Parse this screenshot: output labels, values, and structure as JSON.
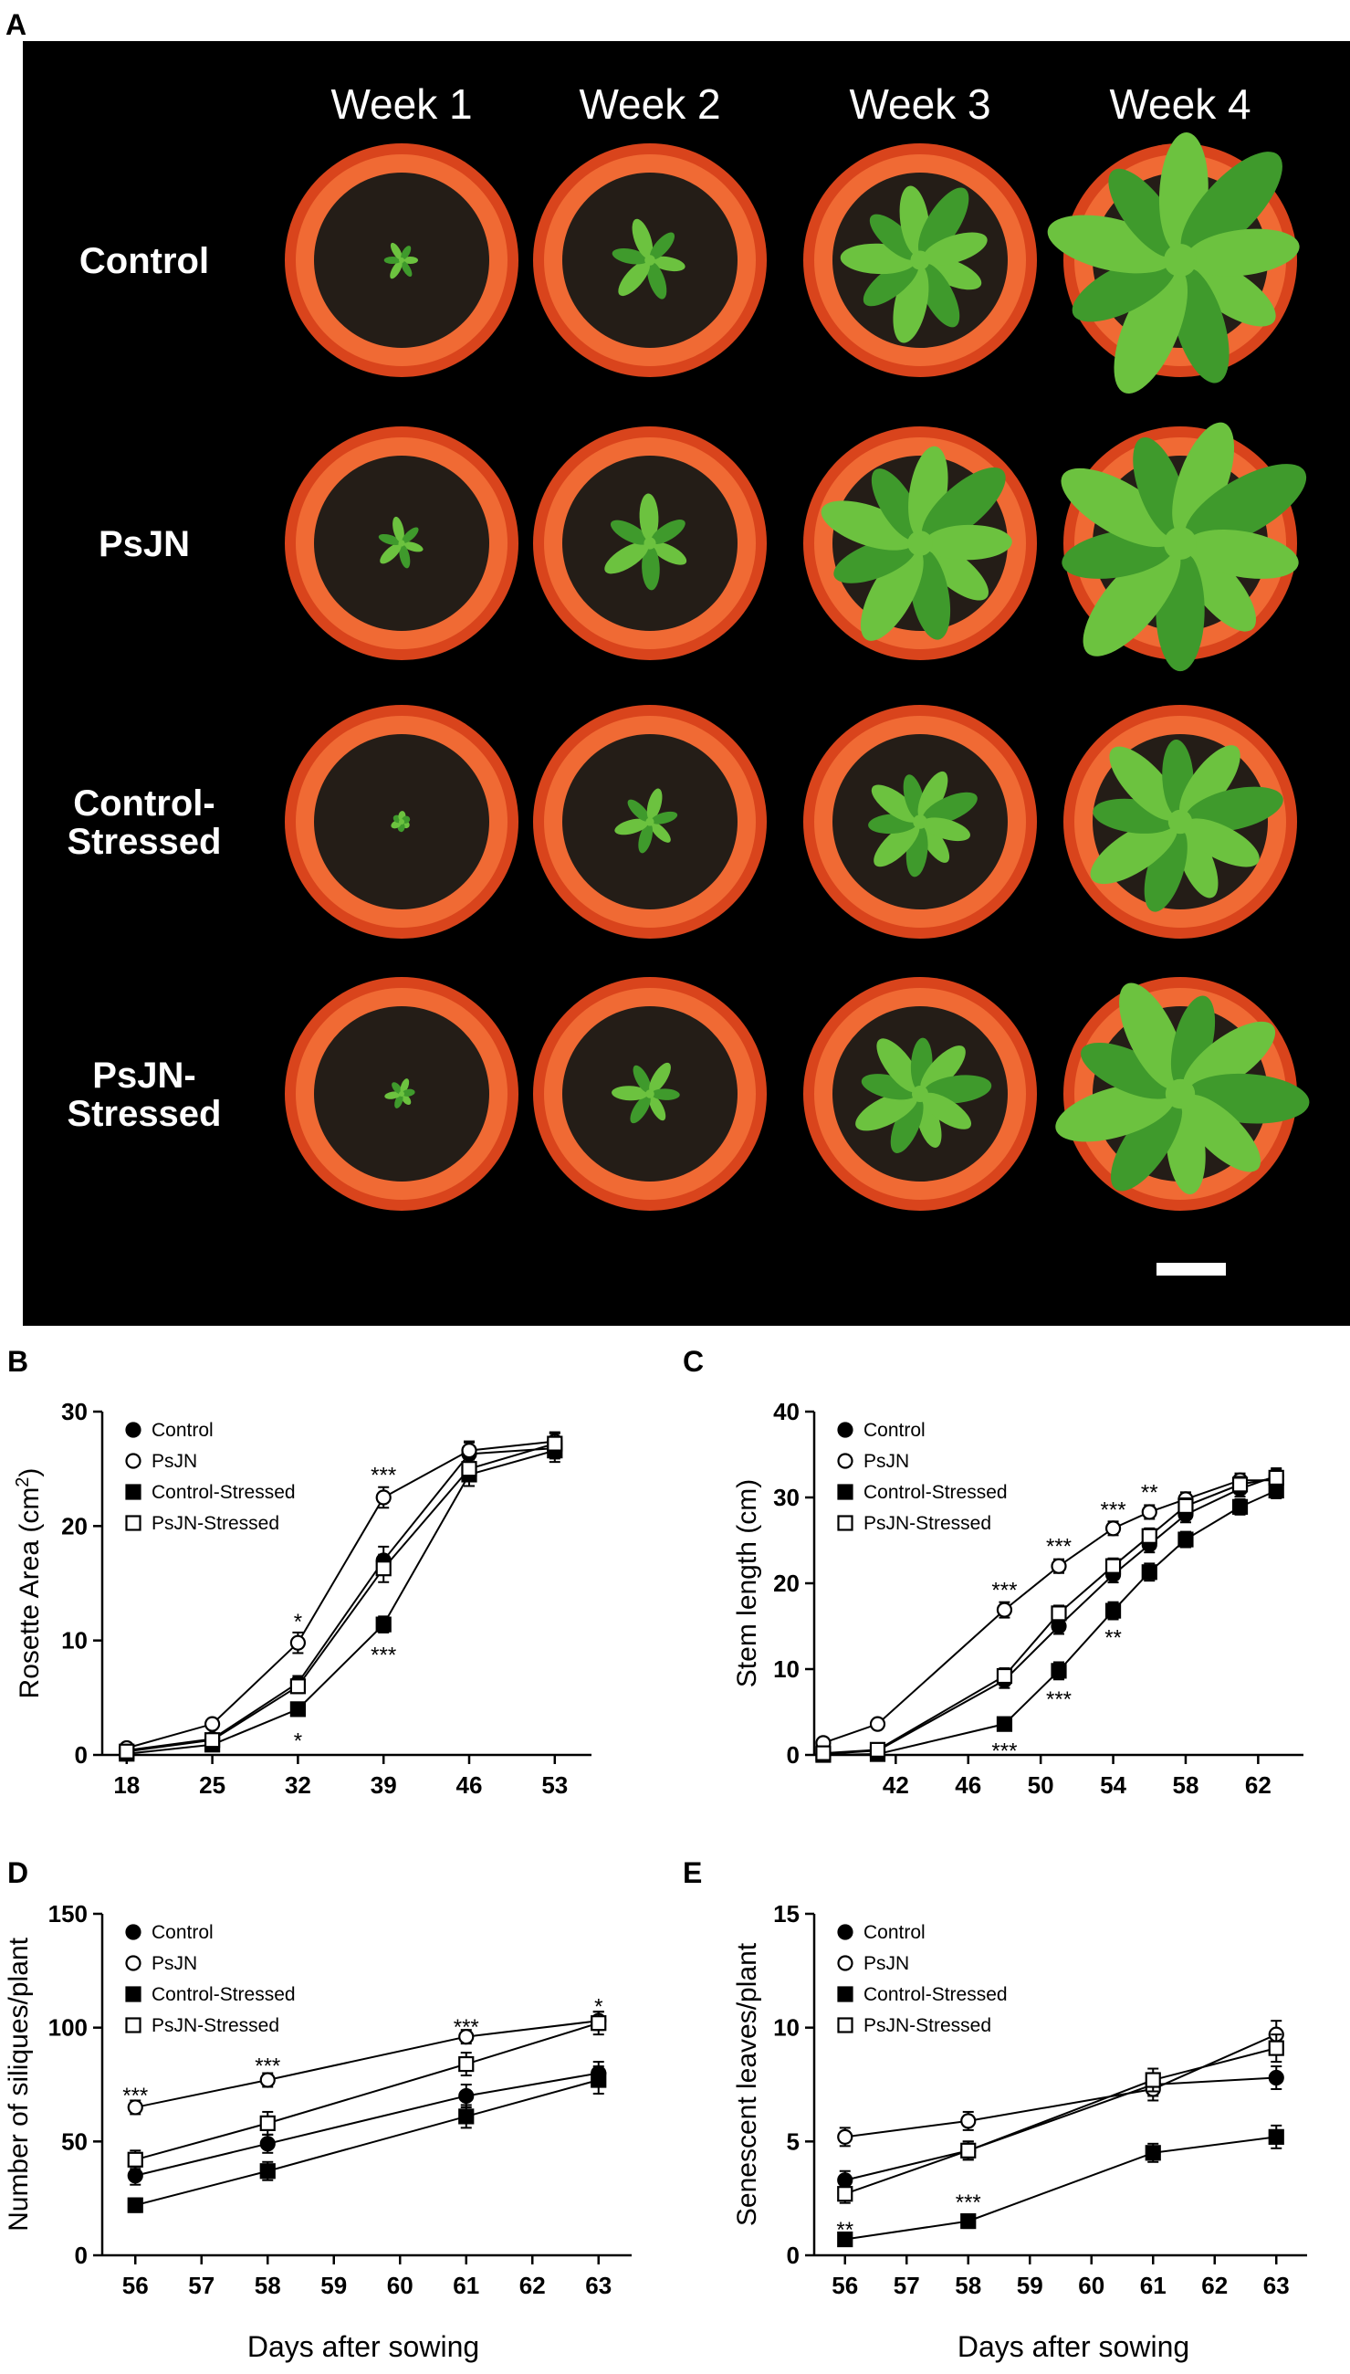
{
  "panel_labels": {
    "A": "A",
    "B": "B",
    "C": "C",
    "D": "D",
    "E": "E"
  },
  "photo_panel": {
    "columns": [
      "Week 1",
      "Week 2",
      "Week 3",
      "Week 4"
    ],
    "rows": [
      [
        "Control"
      ],
      [
        "PsJN"
      ],
      [
        "Control-",
        "Stressed"
      ],
      [
        "PsJN-",
        "Stressed"
      ]
    ]
  },
  "colors": {
    "background": "#000000",
    "pot_outer": "#d9441c",
    "pot_inner": "#f06a34",
    "soil": "#241d17",
    "leaf": "#3f9a2c",
    "leaf_light": "#6cc23f",
    "scale_bar": "#ffffff"
  },
  "x_axis_caption": "Days after sowing",
  "chart_data": [
    {
      "id": "B",
      "type": "line",
      "xlabel": "",
      "ylabel": "Rosette Area (cm²)",
      "ylabel_main": "Rosette Area (cm",
      "ylabel_sup": "2",
      "ylabel_end": ")",
      "xlim": [
        16,
        56
      ],
      "ylim": [
        0,
        30
      ],
      "xticks": [
        18,
        25,
        32,
        39,
        46,
        53
      ],
      "yticks": [
        0,
        10,
        20,
        30
      ],
      "legend_position": "top-left",
      "grid": false,
      "series": [
        {
          "name": "Control",
          "marker": "circle-filled",
          "x": [
            18,
            25,
            32,
            39,
            46,
            53
          ],
          "y": [
            0.4,
            1.4,
            6.3,
            17.0,
            26.3,
            26.8
          ],
          "err": [
            0.2,
            0.3,
            0.6,
            1.2,
            1.0,
            0.9
          ]
        },
        {
          "name": "PsJN",
          "marker": "circle-open",
          "x": [
            18,
            25,
            32,
            39,
            46,
            53
          ],
          "y": [
            0.6,
            2.7,
            9.8,
            22.5,
            26.6,
            27.4
          ],
          "err": [
            0.2,
            0.3,
            0.9,
            0.9,
            0.8,
            0.8
          ]
        },
        {
          "name": "Control-Stressed",
          "marker": "square-filled",
          "x": [
            18,
            25,
            32,
            39,
            46,
            53
          ],
          "y": [
            0.1,
            0.9,
            4.0,
            11.4,
            24.5,
            26.6
          ],
          "err": [
            0.1,
            0.2,
            0.4,
            0.7,
            1.0,
            1.0
          ]
        },
        {
          "name": "PsJN-Stressed",
          "marker": "square-open",
          "x": [
            18,
            25,
            32,
            39,
            46,
            53
          ],
          "y": [
            0.3,
            1.3,
            6.0,
            16.3,
            25.0,
            27.2
          ],
          "err": [
            0.2,
            0.3,
            0.6,
            1.2,
            1.0,
            0.9
          ]
        }
      ],
      "annotations": [
        {
          "text": "*",
          "x": 32,
          "y": 11.8
        },
        {
          "text": "*",
          "x": 32,
          "y": 1.4
        },
        {
          "text": "***",
          "x": 39,
          "y": 24.6
        },
        {
          "text": "***",
          "x": 39,
          "y": 8.9
        }
      ]
    },
    {
      "id": "C",
      "type": "line",
      "xlabel": "",
      "ylabel": "Stem length (cm)",
      "xlim": [
        37.5,
        64.5
      ],
      "ylim": [
        0,
        40
      ],
      "xticks": [
        42,
        46,
        50,
        54,
        58,
        62
      ],
      "yticks": [
        0,
        10,
        20,
        30,
        40
      ],
      "legend_position": "top-left",
      "grid": false,
      "series": [
        {
          "name": "Control",
          "marker": "circle-filled",
          "x": [
            38,
            41,
            48,
            51,
            54,
            56,
            58,
            61,
            63
          ],
          "y": [
            0.1,
            0.5,
            8.7,
            15.0,
            21.0,
            24.5,
            28.0,
            31.0,
            32.5
          ],
          "err": [
            0.1,
            0.2,
            0.9,
            0.9,
            0.9,
            0.9,
            0.9,
            0.9,
            0.9
          ]
        },
        {
          "name": "PsJN",
          "marker": "circle-open",
          "x": [
            38,
            41,
            48,
            51,
            54,
            56,
            58,
            61,
            63
          ],
          "y": [
            1.4,
            3.6,
            16.9,
            22.0,
            26.4,
            28.3,
            29.8,
            32.0,
            32.0
          ],
          "err": [
            0.2,
            0.3,
            0.9,
            0.8,
            0.8,
            0.8,
            0.8,
            0.8,
            0.8
          ]
        },
        {
          "name": "Control-Stressed",
          "marker": "square-filled",
          "x": [
            38,
            41,
            48,
            51,
            54,
            56,
            58,
            61,
            63
          ],
          "y": [
            0.0,
            0.1,
            3.6,
            9.8,
            16.8,
            21.3,
            25.1,
            28.9,
            30.8
          ],
          "err": [
            0.1,
            0.1,
            0.5,
            1.0,
            1.0,
            1.0,
            0.9,
            0.9,
            0.9
          ]
        },
        {
          "name": "PsJN-Stressed",
          "marker": "square-open",
          "x": [
            38,
            41,
            48,
            51,
            54,
            56,
            58,
            61,
            63
          ],
          "y": [
            0.2,
            0.6,
            9.2,
            16.5,
            22.0,
            25.5,
            29.0,
            31.5,
            32.3
          ],
          "err": [
            0.1,
            0.2,
            0.9,
            0.9,
            0.9,
            0.9,
            0.9,
            0.9,
            0.9
          ]
        }
      ],
      "annotations": [
        {
          "text": "***",
          "x": 48,
          "y": 19.4
        },
        {
          "text": "***",
          "x": 48,
          "y": 0.7
        },
        {
          "text": "***",
          "x": 51,
          "y": 24.5
        },
        {
          "text": "***",
          "x": 51,
          "y": 6.7
        },
        {
          "text": "***",
          "x": 54,
          "y": 28.8
        },
        {
          "text": "**",
          "x": 54,
          "y": 13.9
        },
        {
          "text": "**",
          "x": 56,
          "y": 30.8
        }
      ]
    },
    {
      "id": "D",
      "type": "line",
      "xlabel": "",
      "ylabel": "Number of siliques/plant",
      "xlim": [
        55.5,
        63.5
      ],
      "ylim": [
        0,
        150
      ],
      "xticks": [
        56,
        57,
        58,
        59,
        60,
        61,
        62,
        63
      ],
      "yticks": [
        0,
        50,
        100,
        150
      ],
      "legend_position": "top-left",
      "grid": false,
      "series": [
        {
          "name": "Control",
          "marker": "circle-filled",
          "x": [
            56,
            58,
            61,
            63
          ],
          "y": [
            35,
            49,
            70,
            80
          ],
          "err": [
            4,
            4,
            5,
            5
          ]
        },
        {
          "name": "PsJN",
          "marker": "circle-open",
          "x": [
            56,
            58,
            61,
            63
          ],
          "y": [
            65,
            77,
            96,
            103
          ],
          "err": [
            3,
            3,
            3,
            4
          ]
        },
        {
          "name": "Control-Stressed",
          "marker": "square-filled",
          "x": [
            56,
            58,
            61,
            63
          ],
          "y": [
            22,
            37,
            61,
            77
          ],
          "err": [
            3,
            4,
            5,
            6
          ]
        },
        {
          "name": "PsJN-Stressed",
          "marker": "square-open",
          "x": [
            56,
            58,
            61,
            63
          ],
          "y": [
            42,
            58,
            84,
            102
          ],
          "err": [
            4,
            5,
            5,
            5
          ]
        }
      ],
      "annotations": [
        {
          "text": "***",
          "x": 56,
          "y": 71
        },
        {
          "text": "***",
          "x": 58,
          "y": 84
        },
        {
          "text": "***",
          "x": 61,
          "y": 101
        },
        {
          "text": "*",
          "x": 63,
          "y": 110
        }
      ]
    },
    {
      "id": "E",
      "type": "line",
      "xlabel": "",
      "ylabel": "Senescent leaves/plant",
      "xlim": [
        55.5,
        63.5
      ],
      "ylim": [
        0,
        15
      ],
      "xticks": [
        56,
        57,
        58,
        59,
        60,
        61,
        62,
        63
      ],
      "yticks": [
        0,
        5,
        10,
        15
      ],
      "legend_position": "top-left",
      "grid": false,
      "series": [
        {
          "name": "Control",
          "marker": "circle-filled",
          "x": [
            56,
            58,
            61,
            63
          ],
          "y": [
            3.3,
            4.6,
            7.5,
            7.8
          ],
          "err": [
            0.4,
            0.4,
            0.5,
            0.5
          ]
        },
        {
          "name": "PsJN",
          "marker": "circle-open",
          "x": [
            56,
            58,
            61,
            63
          ],
          "y": [
            5.2,
            5.9,
            7.3,
            9.7
          ],
          "err": [
            0.4,
            0.4,
            0.5,
            0.6
          ]
        },
        {
          "name": "Control-Stressed",
          "marker": "square-filled",
          "x": [
            56,
            58,
            61,
            63
          ],
          "y": [
            0.7,
            1.5,
            4.5,
            5.2
          ],
          "err": [
            0.1,
            0.3,
            0.4,
            0.5
          ]
        },
        {
          "name": "PsJN-Stressed",
          "marker": "square-open",
          "x": [
            56,
            58,
            61,
            63
          ],
          "y": [
            2.7,
            4.6,
            7.7,
            9.1
          ],
          "err": [
            0.4,
            0.4,
            0.5,
            0.6
          ]
        }
      ],
      "annotations": [
        {
          "text": "**",
          "x": 56,
          "y": 1.2
        },
        {
          "text": "***",
          "x": 58,
          "y": 2.4
        }
      ]
    }
  ]
}
